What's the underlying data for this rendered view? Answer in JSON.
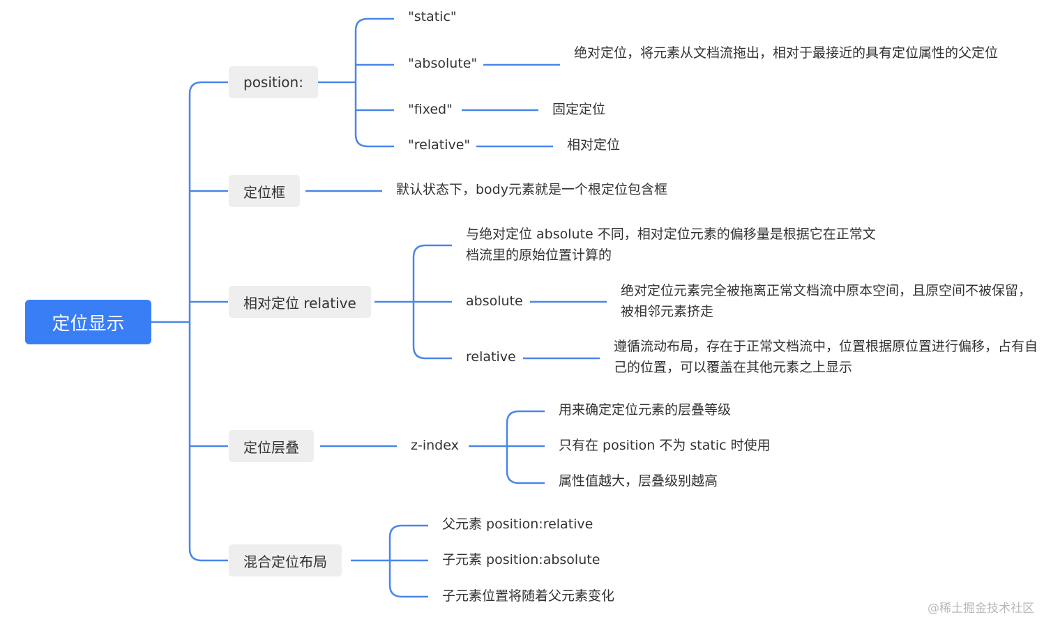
{
  "root": {
    "label": "定位显示"
  },
  "position": {
    "label": "position:",
    "static": "\"static\"",
    "absolute": "\"absolute\"",
    "absolute_desc": "绝对定位，将元素从文档流拖出，相对于最接近的具有定位属性的父定位",
    "fixed": "\"fixed\"",
    "fixed_desc": "固定定位",
    "relative": "\"relative\"",
    "relative_desc": "相对定位"
  },
  "box": {
    "label": "定位框",
    "desc": "默认状态下，body元素就是一个根定位包含框"
  },
  "rel": {
    "label": "相对定位 relative",
    "desc": "与绝对定位 absolute 不同，相对定位元素的偏移量是根据它在正常文档流里的原始位置计算的",
    "absolute": "absolute",
    "absolute_desc": "绝对定位元素完全被拖离正常文档流中原本空间，且原空间不被保留，被相邻元素挤走",
    "relative": "relative",
    "relative_desc": "遵循流动布局，存在于正常文档流中，位置根据原位置进行偏移，占有自己的位置，可以覆盖在其他元素之上显示"
  },
  "stack": {
    "label": "定位层叠",
    "zindex": "z-index",
    "items": [
      "用来确定定位元素的层叠等级",
      "只有在 position 不为 static 时使用",
      "属性值越大，层叠级别越高"
    ]
  },
  "mixed": {
    "label": "混合定位布局",
    "items": [
      "父元素 position:relative",
      "子元素 position:absolute",
      "子元素位置将随着父元素变化"
    ]
  },
  "watermark": "@稀土掘金技术社区",
  "colors": {
    "line": "#4a86e8",
    "root_bg": "#3a7ef6",
    "branch_bg": "#eeeeee"
  }
}
